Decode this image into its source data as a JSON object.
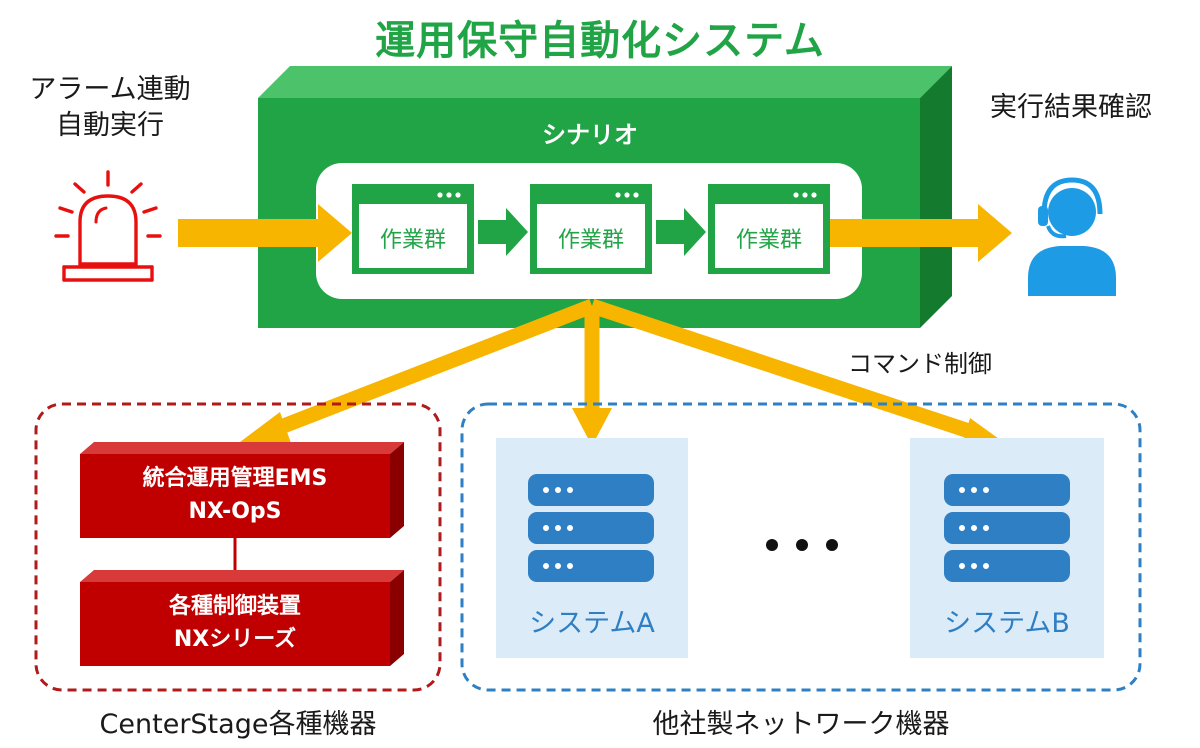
{
  "title": "運用保守自動化システム",
  "left_label": {
    "line1": "アラーム連動",
    "line2": "自動実行"
  },
  "right_label": "実行結果確認",
  "scenario": {
    "label": "シナリオ",
    "tasks": [
      "作業群",
      "作業群",
      "作業群"
    ]
  },
  "command_label": "コマンド制御",
  "centerstage": {
    "box1": {
      "line1": "統合運用管理EMS",
      "line2": "NX-OpS"
    },
    "box2": {
      "line1": "各種制御装置",
      "line2": "NXシリーズ"
    },
    "caption": "CenterStage各種機器"
  },
  "other": {
    "system_a": "システムA",
    "system_b": "システムB",
    "caption": "他社製ネットワーク機器"
  },
  "colors": {
    "green": "#21a446",
    "green_dark": "#157a31",
    "arrow": "#f7b500",
    "red": "#c00000",
    "blue": "#2e7fc4",
    "light_blue": "#dcebf8"
  }
}
